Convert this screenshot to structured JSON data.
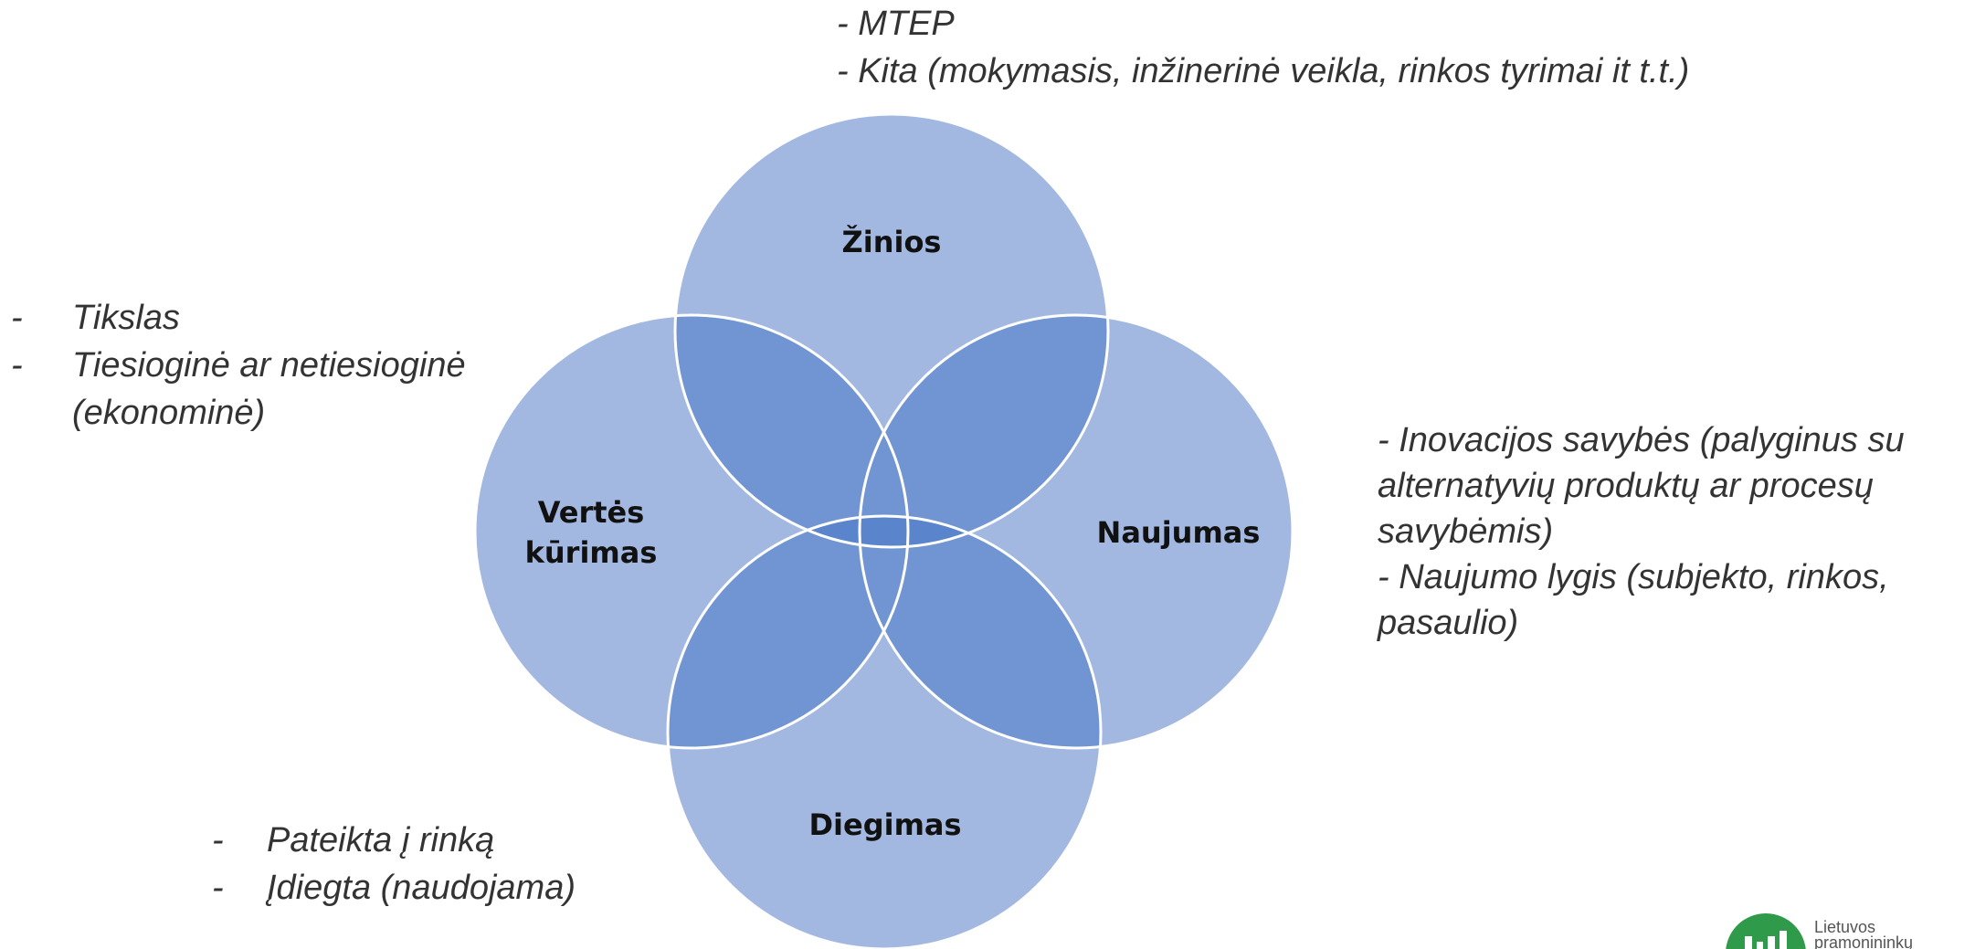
{
  "diagram": {
    "circles": [
      {
        "id": "ziniios",
        "label": "Žinios"
      },
      {
        "id": "vertes",
        "label_lines": [
          "Vertės",
          "kūrimas"
        ]
      },
      {
        "id": "naujumas",
        "label": "Naujumas"
      },
      {
        "id": "diegimas",
        "label": "Diegimas"
      }
    ],
    "colors": {
      "fill": "#a2b8e0",
      "overlap_fill": "#7195d2",
      "center_fill": "#5a84cc",
      "stroke": "#ffffff"
    }
  },
  "notes": {
    "top": [
      "- MTEP",
      "- Kita (mokymasis, inžinerinė veikla, rinkos tyrimai it t.t.)"
    ],
    "left": {
      "bullets": [
        {
          "dash": "-",
          "text": "Tikslas"
        },
        {
          "dash": "-",
          "text": "Tiesioginė ar netiesioginė"
        }
      ],
      "continuation": "(ekonominė)"
    },
    "right": [
      "- Inovacijos savybės (palyginus su",
      "alternatyvių produktų ar procesų",
      "savybėmis)",
      "- Naujumo lygis (subjekto, rinkos,",
      "pasaulio)"
    ],
    "bottom": [
      {
        "dash": "-",
        "text": "Pateikta į rinką"
      },
      {
        "dash": "-",
        "text": "Įdiegta (naudojama)"
      }
    ]
  },
  "logo": {
    "text_lines": [
      "Lietuvos",
      "pramonininkų"
    ],
    "color": "#2e9a4a"
  }
}
